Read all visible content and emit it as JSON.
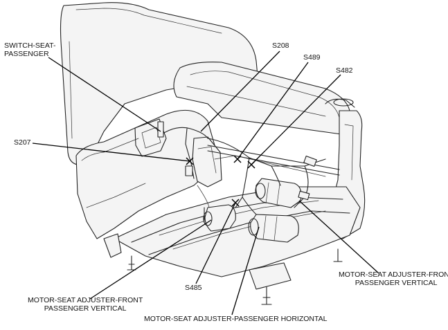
{
  "labels": {
    "switch_seat_passenger": [
      "SWITCH-SEAT-",
      "PASSENGER"
    ],
    "s208": "S208",
    "s489": "S489",
    "s482": "S482",
    "s207": "S207",
    "s485": "S485",
    "motor_front_vertical_right": [
      "MOTOR-SEAT ADJUSTER-FRONT",
      "PASSENGER VERTICAL"
    ],
    "motor_front_vertical_left": [
      "MOTOR-SEAT ADJUSTER-FRONT",
      "PASSENGER VERTICAL"
    ],
    "motor_horizontal": "MOTOR-SEAT ADJUSTER-PASSENGER HORIZONTAL"
  },
  "icons": {
    "splice_marker": "x-mark"
  }
}
